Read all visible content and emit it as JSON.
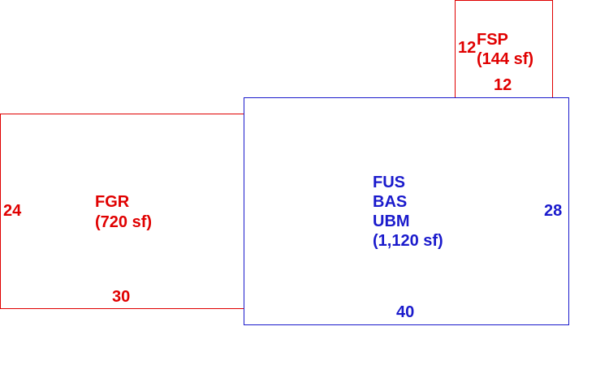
{
  "colors": {
    "garage": "#e00000",
    "porch": "#e00000",
    "main": "#1a1acc"
  },
  "main_area": {
    "code_1": "FUS",
    "code_2": "BAS",
    "code_3": "UBM",
    "area": "(1,120 sf)",
    "width": "40",
    "depth": "28"
  },
  "garage": {
    "code": "FGR",
    "area": "(720 sf)",
    "width": "30",
    "depth": "24"
  },
  "porch": {
    "code": "FSP",
    "area": "(144 sf)",
    "width": "12",
    "depth": "12"
  }
}
